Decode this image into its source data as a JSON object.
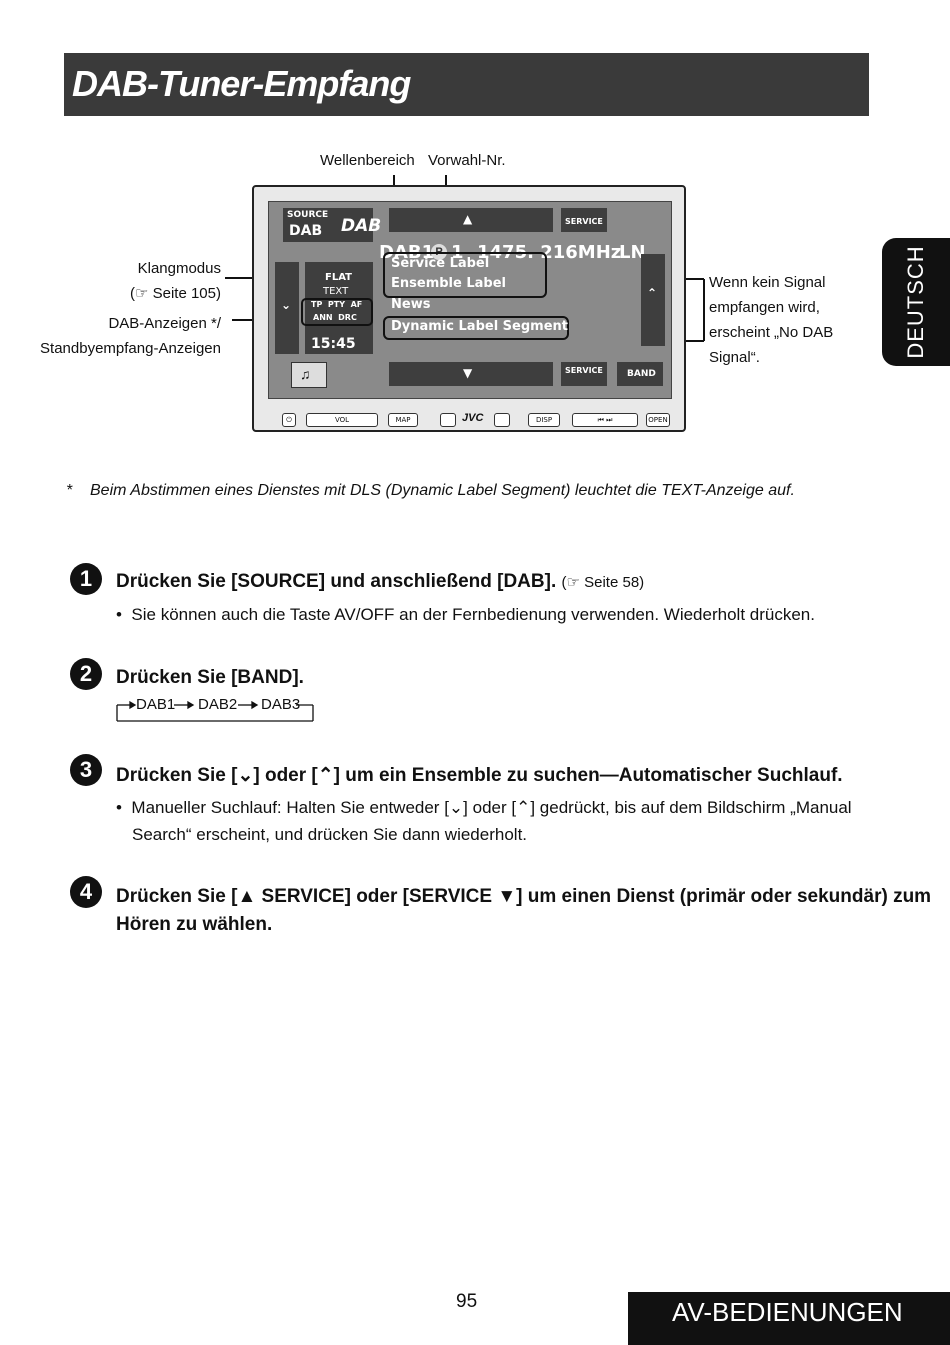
{
  "title": "DAB-Tuner-Empfang",
  "side_tab": "DEUTSCH",
  "callouts": {
    "wellenbereich": "Wellenbereich",
    "vorwahl": "Vorwahl-Nr.",
    "klangmodus": "Klangmodus",
    "klangmodus_ref": "(☞ Seite 105)",
    "dab_anzeigen": "DAB-Anzeigen */",
    "standby": "Standbyempfang-Anzeigen",
    "no_signal_1": "Wenn kein Signal",
    "no_signal_2": "empfangen wird,",
    "no_signal_3": "erscheint „No DAB",
    "no_signal_4": "Signal“."
  },
  "screen": {
    "source": "SOURCE",
    "dab_small": "DAB",
    "dab_logo": "DAB",
    "service_top": "SERVICE",
    "band_line": "DAB1",
    "preset": "1",
    "p_badge": "P",
    "freq": "1475. 216MHz",
    "ln": "LN",
    "flat": "FLAT",
    "text": "TEXT",
    "tp_row": "TP  PTY  AF",
    "ann_row": "ANN  DRC",
    "clock": "15:45",
    "service_label": "Service Label",
    "ensemble_label": "Ensemble Label",
    "news": "News",
    "dls": "Dynamic Label Segment",
    "service_bottom": "SERVICE",
    "band": "BAND"
  },
  "device_buttons": {
    "vol": "VOL",
    "map": "MAP",
    "jvc": "JVC",
    "disp": "DISP",
    "open": "OPEN"
  },
  "footnote_marker": "*",
  "footnote": "Beim Abstimmen eines Dienstes mit DLS (Dynamic Label Segment) leuchtet die TEXT-Anzeige auf.",
  "steps": [
    {
      "num": "1",
      "head": "Drücken Sie [SOURCE] und anschließend [DAB].",
      "ref": "(☞ Seite 58)",
      "bullet": "Sie können auch die Taste AV/OFF an der Fernbedienung verwenden. Wiederholt drücken."
    },
    {
      "num": "2",
      "head": "Drücken Sie [BAND].",
      "seq": [
        "DAB1",
        "DAB2",
        "DAB3"
      ]
    },
    {
      "num": "3",
      "head_a": "Drücken Sie [",
      "head_b": "] oder [",
      "head_c": "] um ein Ensemble zu suchen—Automatischer Suchlauf.",
      "bullet_a": "Manueller Suchlauf: Halten Sie entweder [",
      "bullet_b": "] oder [",
      "bullet_c": "] gedrückt, bis auf dem Bildschirm „Manual",
      "bullet_d": "Search“ erscheint, und drücken Sie dann wiederholt."
    },
    {
      "num": "4",
      "head_a": "Drücken Sie [",
      "head_b": " SERVICE] oder [SERVICE ",
      "head_c": "] um einen Dienst (primär oder sekundär) zum",
      "head_d": "Hören zu wählen."
    }
  ],
  "page_number": "95",
  "footer": "AV-BEDIENUNGEN"
}
